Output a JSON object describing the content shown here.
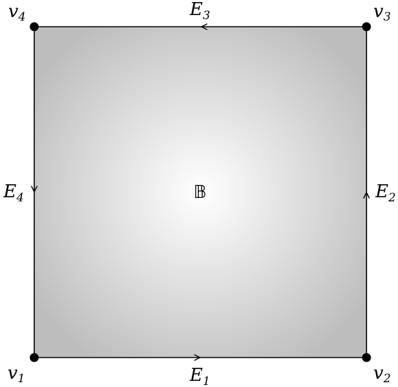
{
  "diagram": {
    "center_label": "𝔹",
    "vertices": [
      {
        "id": "v1",
        "base": "v",
        "sub": "1"
      },
      {
        "id": "v2",
        "base": "v",
        "sub": "2"
      },
      {
        "id": "v3",
        "base": "v",
        "sub": "3"
      },
      {
        "id": "v4",
        "base": "v",
        "sub": "4"
      }
    ],
    "edges": [
      {
        "id": "E1",
        "base": "E",
        "sub": "1",
        "from": "v1",
        "to": "v2"
      },
      {
        "id": "E2",
        "base": "E",
        "sub": "2",
        "from": "v2",
        "to": "v3"
      },
      {
        "id": "E3",
        "base": "E",
        "sub": "3",
        "from": "v3",
        "to": "v4"
      },
      {
        "id": "E4",
        "base": "E",
        "sub": "4",
        "from": "v4",
        "to": "v1"
      }
    ],
    "colors": {
      "fill_center": "#ffffff",
      "fill_edge": "#bdbdbd",
      "stroke": "#000000"
    }
  }
}
